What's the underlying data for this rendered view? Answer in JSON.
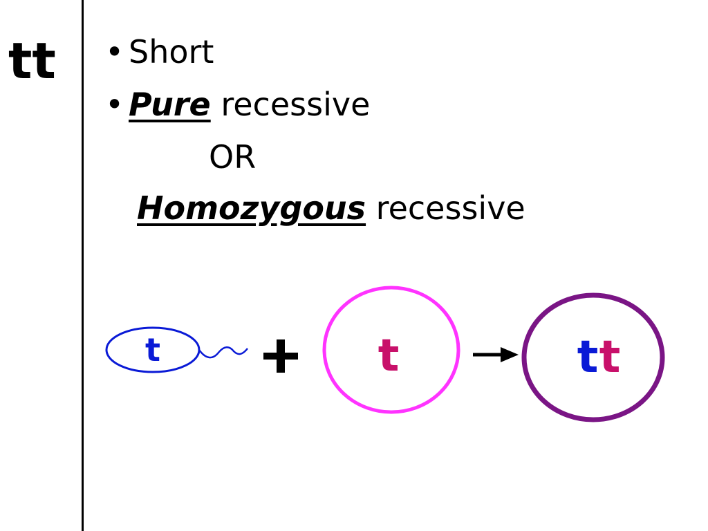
{
  "genotype_label": "tt",
  "bullets": [
    {
      "bullet": "•",
      "text": "Short"
    },
    {
      "bullet": "•",
      "emphasis": "Pure",
      "text": " recessive"
    }
  ],
  "or_text": "OR",
  "homozygous": {
    "emphasis": "Homozygous",
    "text": " recessive"
  },
  "diagram": {
    "sperm_allele": "t",
    "plus_symbol": "+",
    "egg_allele": "t",
    "offspring_alleles": [
      "t",
      "t"
    ],
    "colors": {
      "sperm": "#0a1ad6",
      "egg_outline": "#ff33ff",
      "egg_allele": "#c8106a",
      "offspring_outline": "#7a1585",
      "offspring_allele_1": "#0a1ad6",
      "offspring_allele_2": "#c8106a"
    }
  }
}
